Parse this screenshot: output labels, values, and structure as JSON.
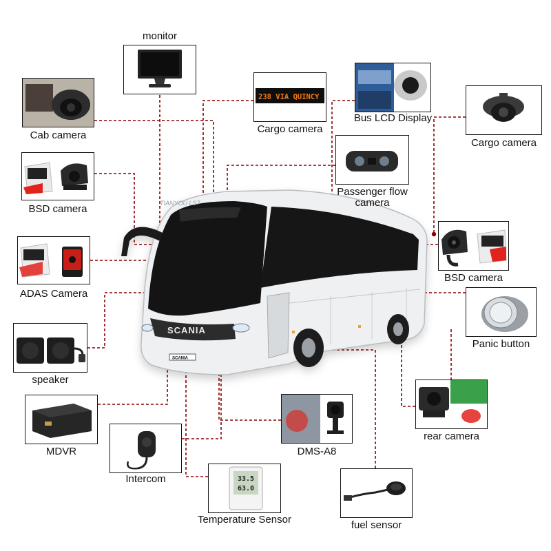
{
  "colors": {
    "connector": "#8b0000",
    "bus_body": "#eef0f2",
    "windshield": "#141414",
    "led_sign": "#f07a1a",
    "red_accent": "#e0241c"
  },
  "bus": {
    "brand": "SCANIA",
    "model": "TIANYOU LS7",
    "plate": "SCANIA"
  },
  "components": {
    "monitor": {
      "label": "monitor",
      "icon": "monitor-icon"
    },
    "cab_camera": {
      "label": "Cab camera",
      "icon": "dome-camera-icon"
    },
    "cargo_camera_1": {
      "label": "Cargo camera",
      "icon": "led-sign-icon",
      "sign_text": "238 VIA QUINCY"
    },
    "bus_lcd_display": {
      "label": "Bus LCD Display",
      "icon": "dome-camera-icon"
    },
    "cargo_camera_2": {
      "label": "Cargo camera",
      "icon": "dome-camera-icon"
    },
    "bsd_camera_1": {
      "label": "BSD camera",
      "icon": "side-camera-icon"
    },
    "passenger_flow": {
      "label": "Passenger flow camera",
      "line1": "Passenger flow",
      "line2": "camera",
      "icon": "binocular-camera-icon"
    },
    "adas_camera": {
      "label": "ADAS Camera",
      "icon": "adas-camera-icon"
    },
    "bsd_camera_2": {
      "label": "BSD camera",
      "icon": "side-camera-icon"
    },
    "panic_button": {
      "label": "Panic button",
      "icon": "push-button-icon"
    },
    "speaker": {
      "label": "speaker",
      "icon": "speaker-icon"
    },
    "mdvr": {
      "label": "MDVR",
      "icon": "mdvr-icon"
    },
    "intercom": {
      "label": "Intercom",
      "icon": "microphone-icon"
    },
    "dms_a8": {
      "label": "DMS-A8",
      "icon": "dms-camera-icon"
    },
    "rear_camera": {
      "label": "rear camera",
      "icon": "rear-camera-icon"
    },
    "temperature_sensor": {
      "label": "Temperature Sensor",
      "icon": "thermometer-icon",
      "reading_1": "33.5",
      "reading_2": "63.0"
    },
    "fuel_sensor": {
      "label": "fuel sensor",
      "icon": "fuel-sensor-icon"
    }
  }
}
